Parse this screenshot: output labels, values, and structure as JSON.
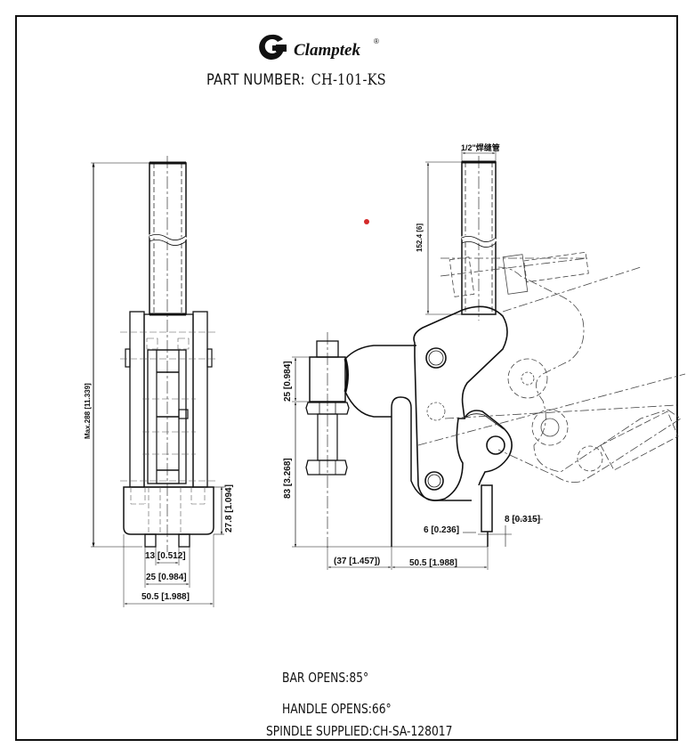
{
  "brand": {
    "name": "Clamptek",
    "registered_mark": "®",
    "logo_icon": "clamptek-g-logo-icon"
  },
  "title": {
    "label": "PART NUMBER:",
    "value": "CH-101-KS"
  },
  "front_view": {
    "dimensions": {
      "overall_height": "Max.288 [11.339]",
      "base_height": "27.8 [1.094]",
      "pin_spacing_inner": "13 [0.512]",
      "pin_spacing_outer": "25 [0.984]",
      "base_width": "50.5 [1.988]"
    }
  },
  "side_view": {
    "dimensions": {
      "tube_label": "1/2\"焊缝管",
      "tube_length": "152.4 [6]",
      "spindle_height": "25 [0.984]",
      "mount_height": "83 [3.268]",
      "offset": "(37 [1.457])",
      "base_width": "50.5 [1.988]",
      "handle_gap": "6 [0.236]",
      "handle_width": "8 [0.315]"
    }
  },
  "notes": {
    "bar_opens": "BAR OPENS:85°",
    "handle_opens": "HANDLE OPENS:66°",
    "spindle_supplied": "SPINDLE SUPPLIED:CH-SA-128017"
  },
  "colors": {
    "line": "#111111",
    "hidden_line": "#555555",
    "marker": "#d42a2a"
  }
}
